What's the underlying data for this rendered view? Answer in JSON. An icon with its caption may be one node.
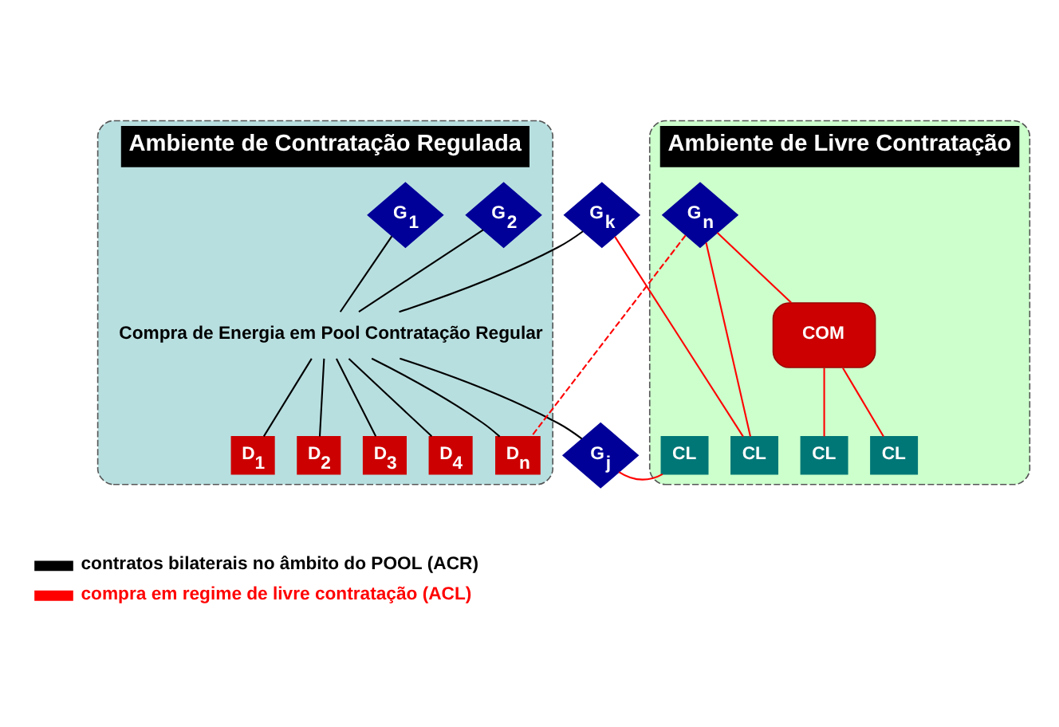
{
  "diagram": {
    "nodes": [
      {
        "text": [
          "Ambiente de Contratação Regulada"
        ]
      },
      {
        "text": [
          "G$_{1}$"
        ],
        "in": 0
      },
      {
        "text": [
          "G$_{2}$"
        ],
        "in": 0
      },
      {
        "text": [
          "Compra de Energia em Pool Contratação Regular"
        ],
        "in": 0
      },
      {
        "text": [
          "D$_{1}$"
        ],
        "in": 0
      },
      {
        "text": [
          "D$_{2}$"
        ],
        "in": 0
      },
      {
        "text": [
          "D$_{3}$"
        ],
        "in": 0
      },
      {
        "text": [
          "D$_{4}$"
        ],
        "in": 0
      },
      {
        "text": [
          "D$_{n}$"
        ],
        "in": 0
      },
      {
        "text": [
          "G$_{k}$"
        ]
      },
      {
        "text": [
          "G$_{j}$"
        ]
      },
      {
        "text": [
          "Ambiente de Livre Contratação"
        ]
      },
      {
        "text": [
          "G$_{n}$"
        ],
        "in": 11
      },
      {
        "text": [
          "COM"
        ],
        "in": 11
      },
      {
        "text": [
          "CL"
        ],
        "in": 11
      },
      {
        "text": [
          "CL"
        ],
        "in": 11
      },
      {
        "text": [
          "CL"
        ],
        "in": 11
      },
      {
        "text": [
          "CL"
        ],
        "in": 11
      }
    ],
    "edges": [
      {
        "from": 1,
        "to": 3,
        "arrow": "none"
      },
      {
        "from": 2,
        "to": 3,
        "arrow": "none"
      },
      {
        "from": 9,
        "to": 3,
        "arrow": "none"
      },
      {
        "from": 3,
        "to": 10,
        "arrow": "none"
      },
      {
        "from": 3,
        "to": 4,
        "arrow": "none"
      },
      {
        "from": 3,
        "to": 5,
        "arrow": "none"
      },
      {
        "from": 3,
        "to": 6,
        "arrow": "none"
      },
      {
        "from": 3,
        "to": 7,
        "arrow": "none"
      },
      {
        "from": 3,
        "to": 8,
        "arrow": "none"
      },
      {
        "from": 9,
        "to": 15,
        "arrow": "none",
        "color": "#ff0000"
      },
      {
        "from": 10,
        "to": 14,
        "arrow": "none",
        "color": "#ff0000"
      },
      {
        "from": 12,
        "to": 15,
        "arrow": "none",
        "color": "#ff0000"
      },
      {
        "from": 12,
        "to": 13,
        "arrow": "none",
        "color": "#ff0000"
      },
      {
        "from": 12,
        "to": 8,
        "arrow": "none",
        "style": "dashed",
        "color": "#ff0000"
      },
      {
        "from": 13,
        "to": 16,
        "arrow": "none",
        "color": "#ff0000"
      },
      {
        "from": 13,
        "to": 17,
        "arrow": "none",
        "color": "#ff0000"
      }
    ],
    "legend": [
      {
        "text": "contratos bilaterais no âmbito do POOL (ACR)",
        "color": "#000000"
      },
      {
        "text": "compra em regime de livre contratação (ACL)",
        "color": "#ff0000"
      }
    ]
  }
}
